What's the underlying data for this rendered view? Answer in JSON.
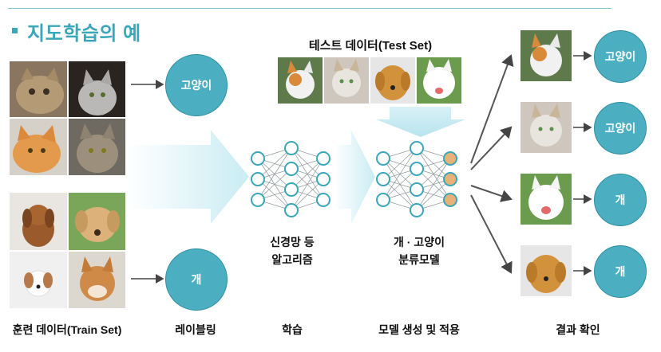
{
  "title": "지도학습의 예",
  "test_set_label": "테스트 데이터(Test Set)",
  "train_labels": {
    "cat": "고양이",
    "dog": "개"
  },
  "results": [
    "고양이",
    "고양이",
    "개",
    "개"
  ],
  "algorithm_label": [
    "신경망 등",
    "알고리즘"
  ],
  "model_label": [
    "개 · 고양이",
    "분류모델"
  ],
  "steps": [
    "훈련 데이터(Train Set)",
    "레이블링",
    "학습",
    "모델 생성 및 적용",
    "결과 확인"
  ],
  "colors": {
    "accent": "#4bafc1",
    "arrow": "#cfeef4",
    "title": "#3aa6b9"
  },
  "icons": [
    "cat-photo",
    "dog-photo",
    "neural-network-icon",
    "arrow-icon"
  ]
}
